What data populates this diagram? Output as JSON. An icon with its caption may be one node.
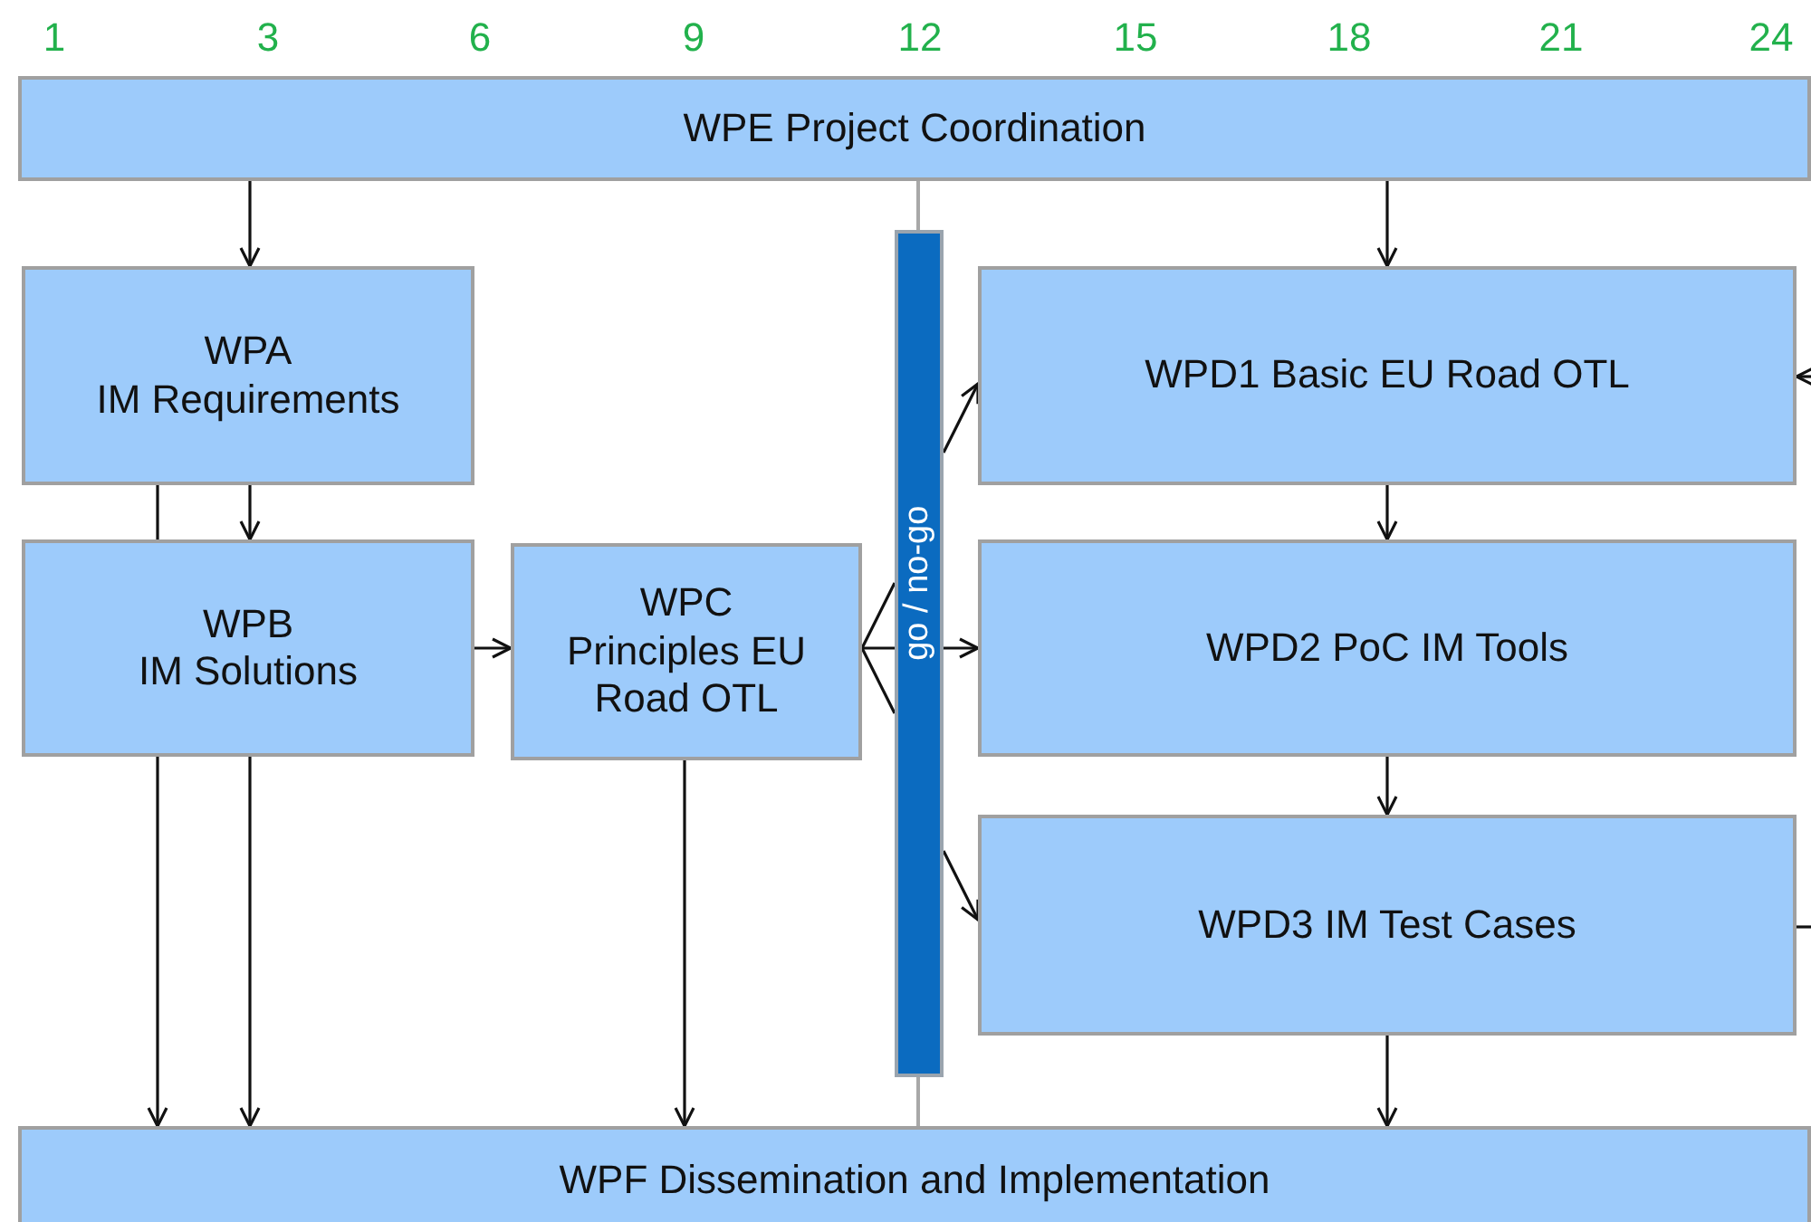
{
  "diagram": {
    "nodes": [
      {
        "text": [
          "WPE Project Coordination"
        ]
      },
      {
        "text": [
          "WPA",
          "IM Requirements"
        ]
      },
      {
        "text": [
          "WPB",
          "IM Solutions"
        ]
      },
      {
        "text": [
          "WPC",
          "Principles EU Road OTL"
        ]
      },
      {
        "text": [
          "go / no-go"
        ]
      },
      {
        "text": [
          "WPD1 Basic EU Road OTL"
        ]
      },
      {
        "text": [
          "WPD2 PoC IM Tools"
        ]
      },
      {
        "text": [
          "WPD3 IM Test Cases"
        ]
      },
      {
        "text": [
          "WPF Dissemination and Implementation"
        ]
      }
    ],
    "edges": [
      {
        "from": 0,
        "to": 1,
        "arrow": "to"
      },
      {
        "from": 0,
        "to": 5,
        "arrow": "to"
      },
      {
        "from": 1,
        "to": 2,
        "arrow": "to"
      },
      {
        "from": 1,
        "to": 2,
        "arrow": "none"
      },
      {
        "from": 2,
        "to": 8,
        "arrow": "to"
      },
      {
        "from": 2,
        "to": 8,
        "arrow": "to"
      },
      {
        "from": 2,
        "to": 3,
        "arrow": "to"
      },
      {
        "from": 3,
        "to": 4,
        "arrow": "none"
      },
      {
        "from": 3,
        "to": 4,
        "arrow": "none"
      },
      {
        "from": 3,
        "to": 4,
        "arrow": "none"
      },
      {
        "from": 4,
        "to": 5,
        "arrow": "to"
      },
      {
        "from": 4,
        "to": 6,
        "arrow": "to"
      },
      {
        "from": 4,
        "to": 7,
        "arrow": "to"
      },
      {
        "from": 3,
        "to": 8,
        "arrow": "to"
      },
      {
        "from": 5,
        "to": 6,
        "arrow": "to"
      },
      {
        "from": 6,
        "to": 7,
        "arrow": "to"
      },
      {
        "from": 7,
        "to": 8,
        "arrow": "to"
      },
      {
        "from": null,
        "to": 5,
        "arrow": "to"
      },
      {
        "from": 7,
        "to": null,
        "arrow": "none"
      },
      {
        "from": 0,
        "to": 4,
        "arrow": "none",
        "color": "#a8a8a8"
      },
      {
        "from": 4,
        "to": 8,
        "arrow": "none",
        "color": "#a8a8a8"
      }
    ],
    "labels": [
      "1",
      "3",
      "6",
      "9",
      "12",
      "15",
      "18",
      "21",
      "24"
    ]
  }
}
